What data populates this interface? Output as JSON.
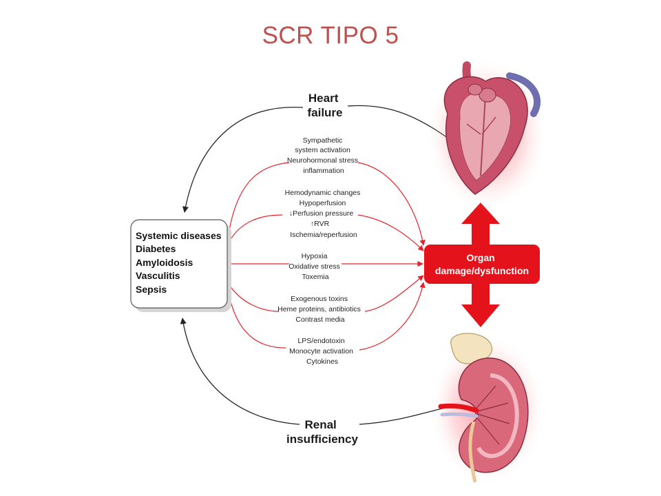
{
  "title": "SCR TIPO 5",
  "diagram": {
    "heart_label": [
      "Heart",
      "failure"
    ],
    "renal_label": [
      "Renal",
      "insufficiency"
    ],
    "systemic_diseases": [
      "Systemic diseases",
      "Diabetes",
      "Amyloidosis",
      "Vasculitis",
      "Sepsis"
    ],
    "organ_box": [
      "Organ",
      "damage/dysfunction"
    ],
    "mechanisms": [
      [
        "Sympathetic",
        "system activation",
        "Neurohormonal stress",
        "inflammation"
      ],
      [
        "Hemodynamic changes",
        "Hypoperfusion",
        "↓Perfusion pressure",
        "↑RVR",
        "Ischemia/reperfusion"
      ],
      [
        "Hypoxia",
        "Oxidative stress",
        "Toxemia"
      ],
      [
        "Exogenous toxins",
        "Heme proteins, antibiotics",
        "Contrast media"
      ],
      [
        "LPS/endotoxin",
        "Monocyte activation",
        "Cytokines"
      ]
    ],
    "colors": {
      "title": "#c0504d",
      "arrow_red": "#e8202a",
      "organ_red": "#e3121b",
      "heart": "#c9506a",
      "kidney": "#d9687a"
    },
    "icons": [
      "heart-illustration",
      "kidney-illustration",
      "double-arrow"
    ]
  }
}
